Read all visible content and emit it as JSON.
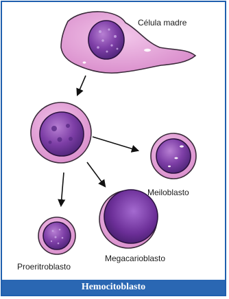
{
  "labels": {
    "stem_cell": "Célula madre",
    "myeloblast": "Meiloblasto",
    "megakaryoblast": "Megacarioblasto",
    "proerythroblast": "Proeritroblasto"
  },
  "caption": "Hemocitoblasto",
  "colors": {
    "frame": "#1f5fae",
    "caption_bg": "#2a67b3",
    "cytoplasm": "#e2a3d6",
    "nucleus": "#7a3aa0"
  }
}
